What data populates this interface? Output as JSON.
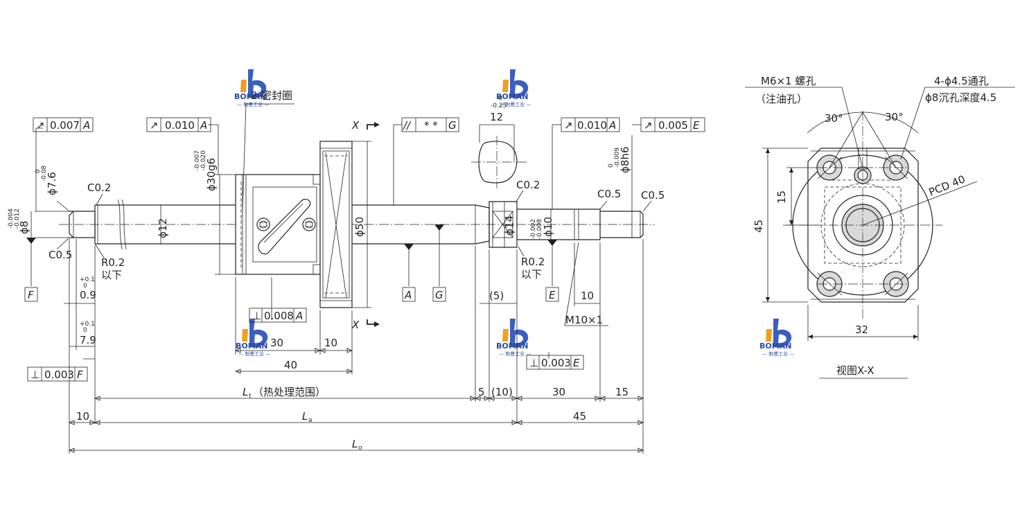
{
  "logo": {
    "brand": "BOMAN",
    "sub": "— 勃曼工业 —"
  },
  "frames": {
    "f1": {
      "sym": "↗",
      "val": "0.007",
      "ref": "A"
    },
    "f2": {
      "sym": "↗",
      "val": "0.010",
      "ref": "A"
    },
    "f3": {
      "sym": "//",
      "val": "* *",
      "ref": "G"
    },
    "f4": {
      "sym": "↗",
      "val": "0.010",
      "ref": "A"
    },
    "f5": {
      "sym": "↗",
      "val": "0.005",
      "ref": "E"
    },
    "f6": {
      "sym": "⊥",
      "val": "0.008",
      "ref": "A"
    },
    "f7": {
      "sym": "⊥",
      "val": "0.003",
      "ref": "E"
    },
    "f8": {
      "sym": "⊥",
      "val": "0.003",
      "ref": "F"
    }
  },
  "datums": {
    "F": "F",
    "A": "A",
    "G": "G",
    "E": "E"
  },
  "labels": {
    "seal": "2-密封圈",
    "view_x_top": "X",
    "view_x_bottom": "X",
    "c02_left": "C0.2",
    "c05_left": "C0.5",
    "r02_left": "R0.2",
    "below_left": "以下",
    "c02_right": "C0.2",
    "r02_right": "R0.2",
    "below_right": "以下",
    "c05_r1": "C0.5",
    "c05_r2": "C0.5",
    "m10": "M10×1",
    "m6": "M6×1 螺孔",
    "oil": "（注油孔）",
    "holes": "4-ϕ4.5通孔",
    "counter": "ϕ8沉孔深度4.5",
    "pcd": "PCD 40",
    "view_caption": "视图X-X"
  },
  "dims": {
    "d76": "ϕ7.6",
    "d76_tol_u": "0",
    "d76_tol_l": "-0.08",
    "d8": "ϕ8",
    "d8_tol_u": "-0.004",
    "d8_tol_l": "-0.012",
    "d30": "ϕ30g6",
    "d30_tol_u": "-0.007",
    "d30_tol_l": "-0.020",
    "d12": "ϕ12",
    "d50": "ϕ50",
    "w12": "12",
    "w12_tol_u": "0",
    "w12_tol_l": "-0.25",
    "d14": "ϕ14",
    "d10": "ϕ10",
    "d10_tol_u": "-0.002",
    "d10_tol_l": "-0.008",
    "d8h6": "ϕ8h6",
    "d8h6_tol_u": "0",
    "d8h6_tol_l": "-0.009",
    "v09": "0.9",
    "v09_tol_u": "+0.1",
    "v09_tol_l": "0",
    "v79": "7.9",
    "v79_tol_u": "+0.1",
    "v79_tol_l": "0",
    "v30a": "30",
    "v10a": "10",
    "v40": "40",
    "v5p": "(5)",
    "v10r": "10",
    "lt": "L",
    "lt_sub": "t",
    "lt_note": "（热处理范围）",
    "v5": "5",
    "v10p": "(10)",
    "v30b": "30",
    "v15": "15",
    "v10": "10",
    "la": "L",
    "la_sub": "a",
    "v45": "45",
    "lo": "L",
    "lo_sub": "o",
    "a30l": "30°",
    "a30r": "30°",
    "s15": "15",
    "s45": "45",
    "s32": "32"
  }
}
